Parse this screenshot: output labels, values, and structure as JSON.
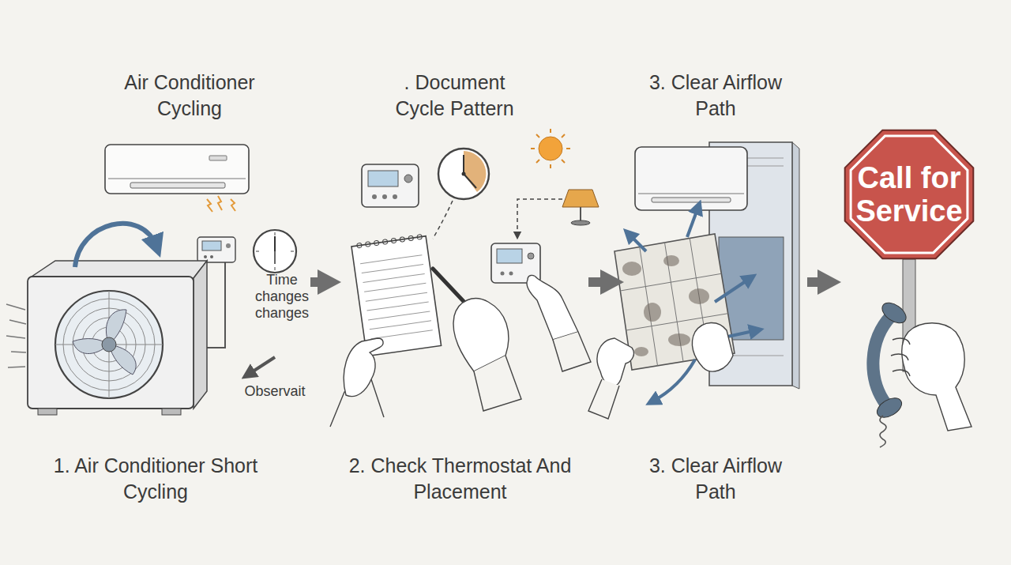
{
  "diagram": {
    "nodes": [
      {
        "text": [
          "Air Conditioner Cycling",
          "1. Air Conditioner Short Cycling"
        ]
      },
      {
        "text": [
          ". Document Cycle Pattern",
          "2. Check Thermostat And Placement"
        ]
      },
      {
        "text": [
          "3. Clear Airflow Path",
          "3. Clear Airflow Path"
        ]
      },
      {
        "text": [
          "Call for Service"
        ]
      }
    ],
    "edges": [
      {
        "from": 0,
        "to": 1,
        "arrow": "to"
      },
      {
        "from": 1,
        "to": 2,
        "arrow": "to"
      },
      {
        "from": 2,
        "to": 3,
        "arrow": "to"
      }
    ],
    "labels": [
      "Time changes changes",
      "Observait"
    ]
  }
}
